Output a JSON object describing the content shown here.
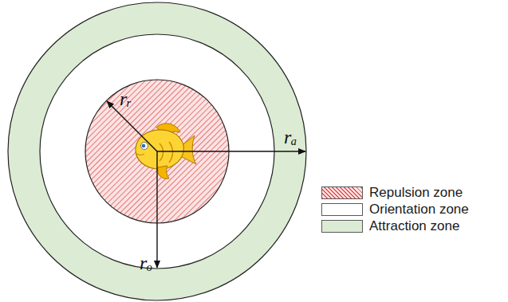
{
  "diagram": {
    "labels": [
      "rᵣ",
      "rₐ",
      "rₒ"
    ],
    "legend": [
      {
        "text": "Repulsion zone"
      },
      {
        "text": "Orientation zone",
        "color": "#ffffff"
      },
      {
        "text": "Attraction zone",
        "color": "#dcebd3"
      }
    ]
  }
}
